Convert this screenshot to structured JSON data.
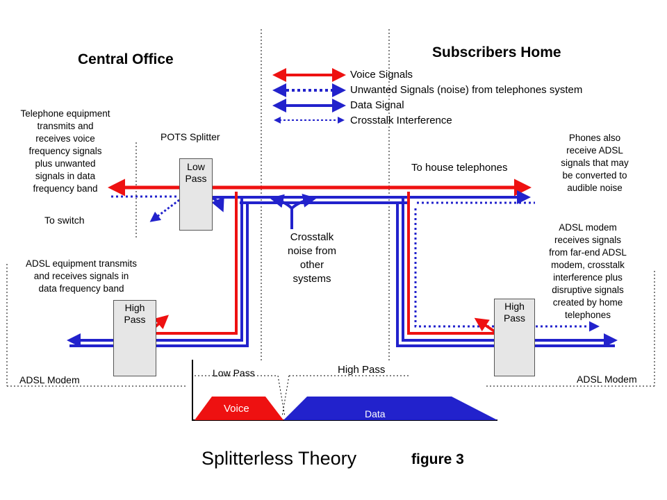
{
  "headings": {
    "central_office": "Central Office",
    "subscribers_home": "Subscribers Home"
  },
  "legend": [
    {
      "label": "Voice Signals",
      "color": "#ee1111",
      "style": "solid"
    },
    {
      "label": "Unwanted Signals (noise) from telephones system",
      "color": "#2222cc",
      "style": "dotted"
    },
    {
      "label": "Data Signal",
      "color": "#2222cc",
      "style": "solid"
    },
    {
      "label": "Crosstalk Interference",
      "color": "#2222cc",
      "style": "dashed"
    }
  ],
  "notes": {
    "telephone_equipment": [
      "Telephone equipment",
      "transmits and",
      "receives voice",
      "frequency signals",
      "plus unwanted",
      "signals in data",
      "frequency band"
    ],
    "pots_splitter": "POTS Splitter",
    "to_switch": "To switch",
    "adsl_equipment": [
      "ADSL equipment transmits",
      "and receives  signals in",
      "data frequency band"
    ],
    "adsl_modem_left": "ADSL Modem",
    "adsl_modem_right": "ADSL Modem",
    "crosstalk": [
      "Crosstalk",
      "noise from",
      "other",
      "systems"
    ],
    "to_house_telephones": "To house telephones",
    "phones_also": [
      "Phones also",
      "receive ADSL",
      "signals that may",
      "be converted to",
      "audible noise"
    ],
    "adsl_modem_receives": [
      "ADSL modem",
      "receives signals",
      "from far-end ADSL",
      "modem, crosstalk",
      "interference plus",
      "disruptive signals",
      "created by home",
      "telephones"
    ]
  },
  "boxes": {
    "low_pass": [
      "Low",
      "Pass"
    ],
    "high_pass_left": [
      "High",
      "Pass"
    ],
    "high_pass_right": [
      "High",
      "Pass"
    ]
  },
  "spectrum": {
    "low_pass_label": "Low Pass",
    "high_pass_label": "High Pass",
    "voice_label": "Voice",
    "data_label": "Data"
  },
  "colors": {
    "voice": "#ee1111",
    "data": "#2222cc",
    "box_fill": "#e6e6e6"
  },
  "caption": {
    "title": "Splitterless Theory",
    "figure": "figure 3"
  }
}
